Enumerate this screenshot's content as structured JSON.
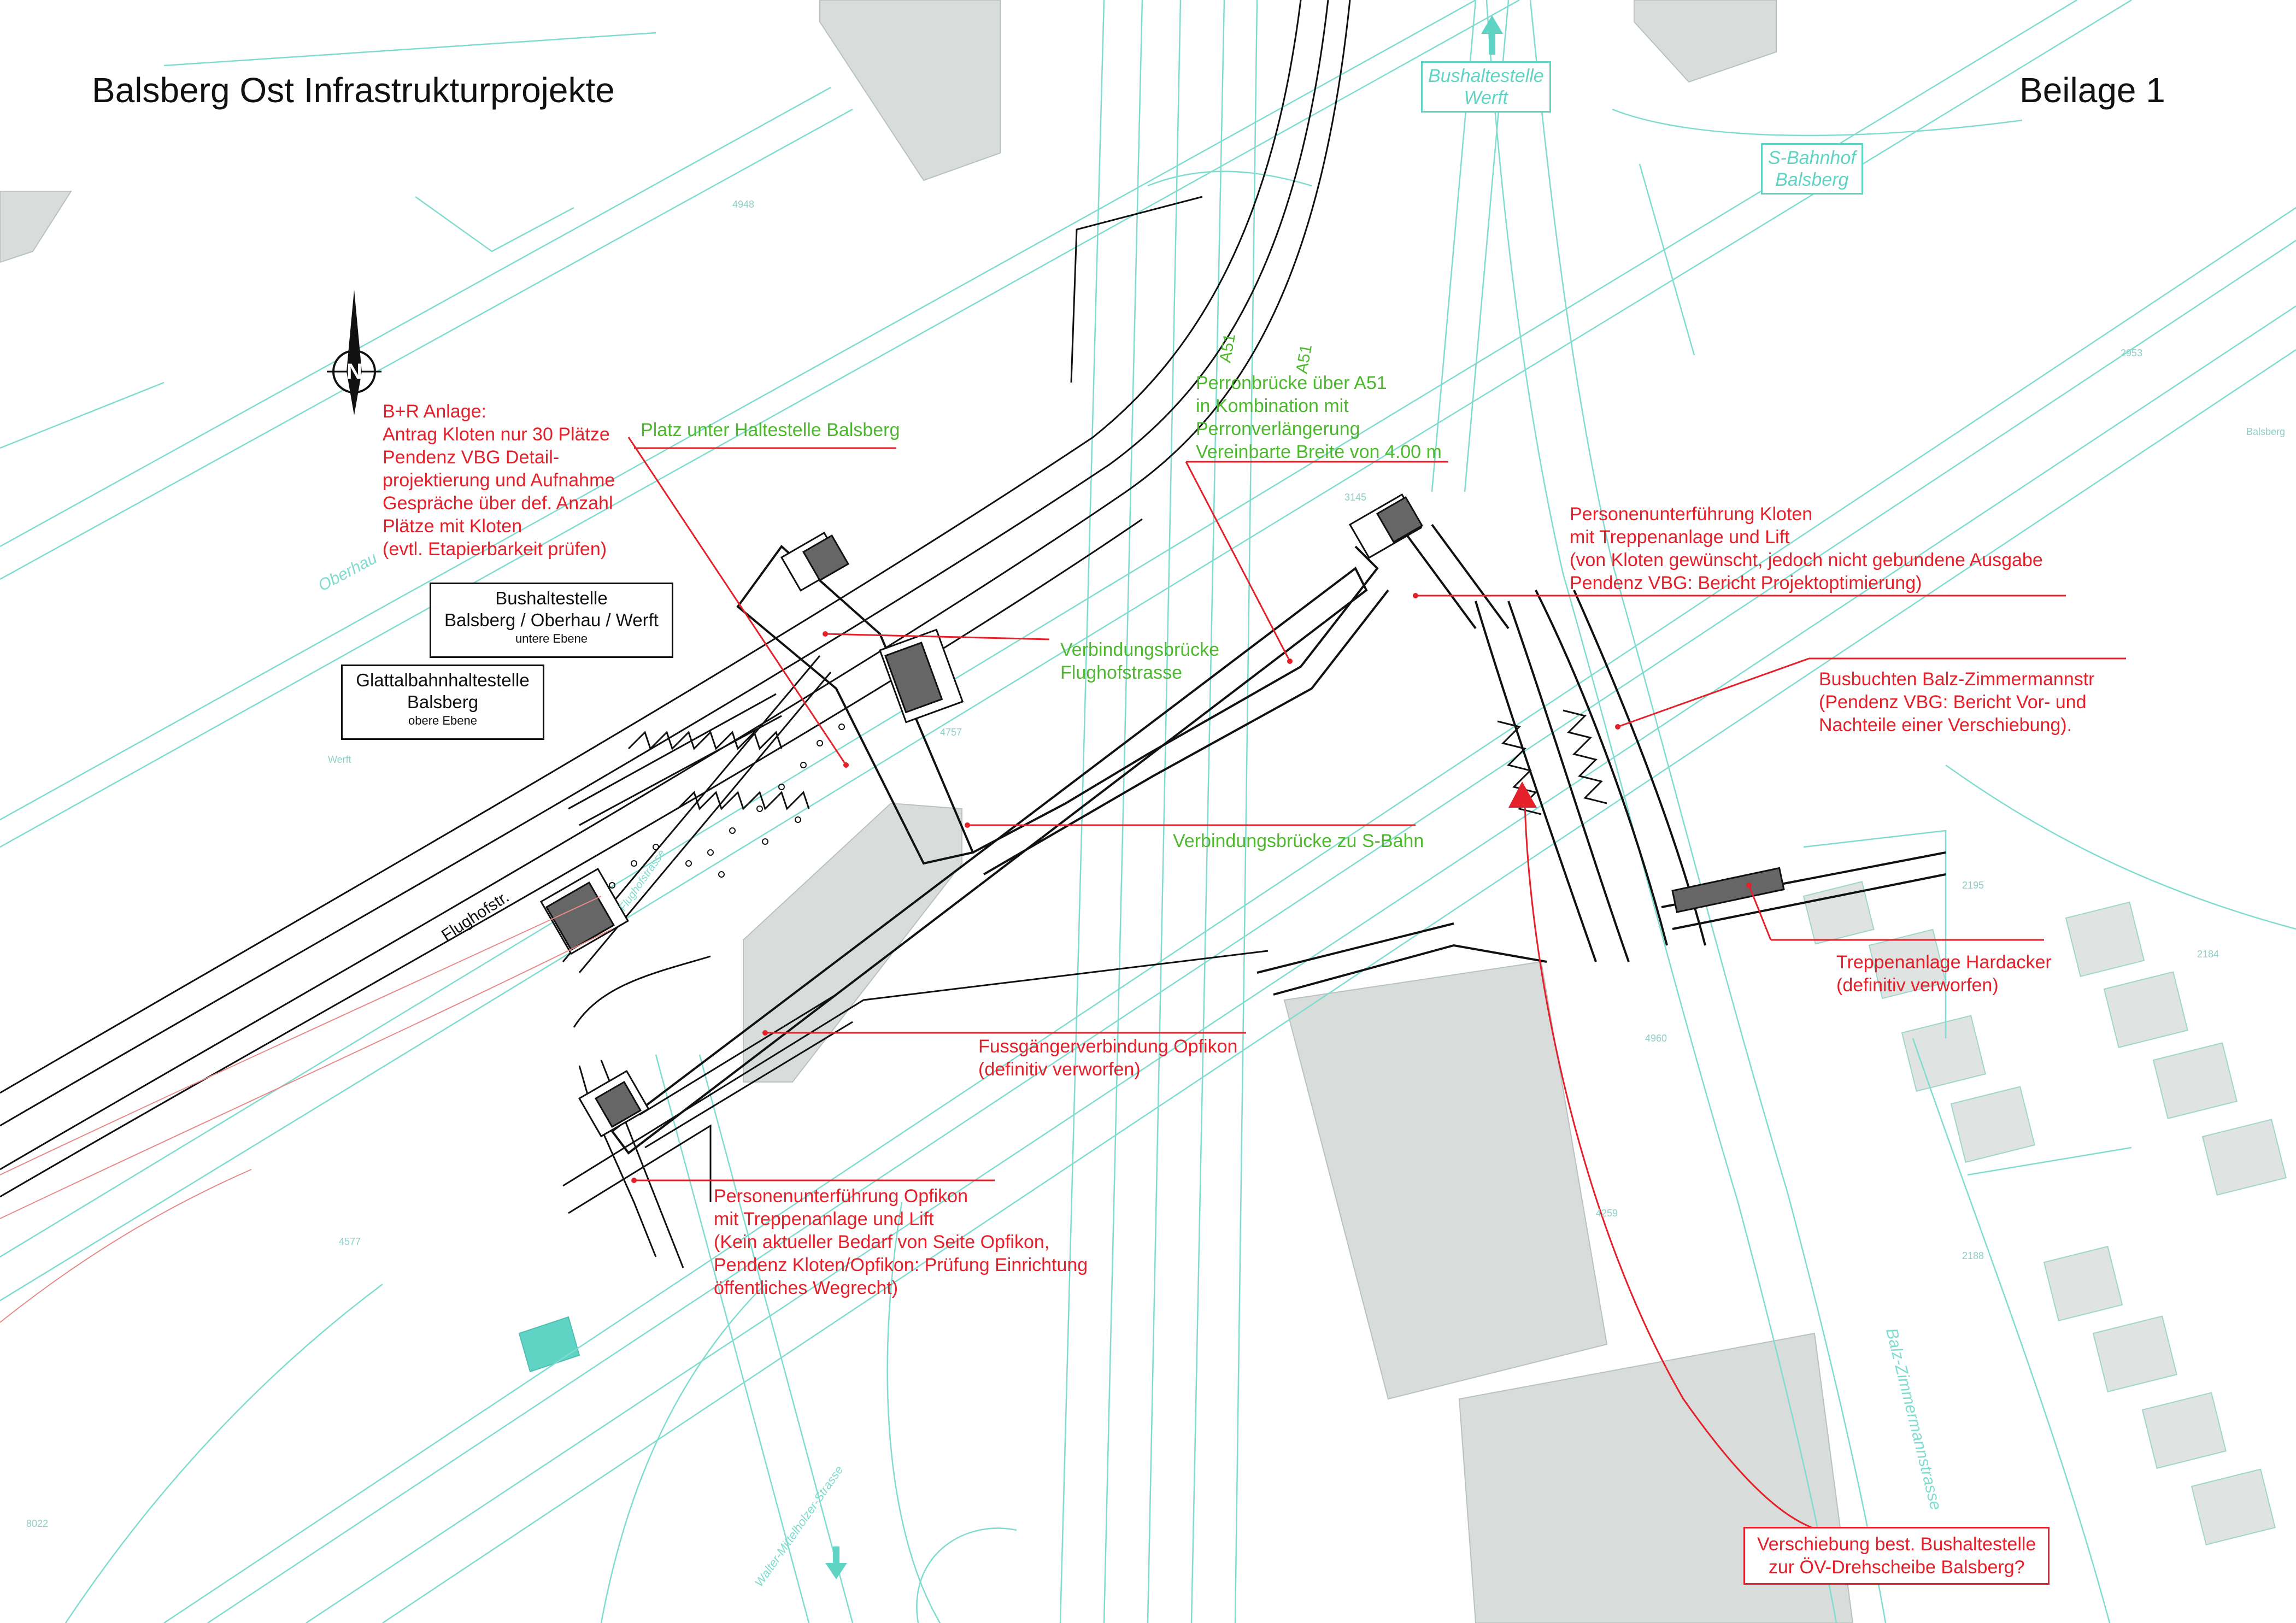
{
  "title": "Balsberg Ost Infrastrukturprojekte",
  "attachment": "Beilage 1",
  "north_label": "N",
  "annotations": {
    "br_anlage": "B+R Anlage:\nAntrag Kloten nur 30 Plätze\nPendenz VBG Detail-\nprojektierung und Aufnahme\nGespräche über  def. Anzahl\nPlätze mit Kloten\n(evtl. Etapierbarkeit prüfen)",
    "platz": "Platz unter Haltestelle Balsberg",
    "perronbruecke": "Perronbrücke über A51\nin Kombination mit\nPerronverlängerung\nVereinbarte Breite von 4.00 m",
    "pu_kloten": "Personenunterführung Kloten\nmit Treppenanlage und Lift\n(von Kloten gewünscht, jedoch nicht gebundene Ausgabe\nPendenz VBG: Bericht Projektoptimierung)",
    "vb_flughof": "Verbindungsbrücke\nFlughofstrasse",
    "busbuchten": "Busbuchten Balz-Zimmermannstr\n(Pendenz VBG: Bericht Vor- und\nNachteile einer Verschiebung).",
    "vb_sbahn": "Verbindungsbrücke zu S-Bahn",
    "treppen_hardacker": "Treppenanlage Hardacker\n(definitiv verworfen)",
    "fussgaenger": "Fussgängerverbindung Opfikon\n(definitiv verworfen)",
    "pu_opfikon": "Personenunterführung Opfikon\nmit Treppenanlage und Lift\n(Kein aktueller Bedarf von Seite Opfikon,\nPendenz Kloten/Opfikon: Prüfung Einrichtung\nöffentliches Wegrecht)",
    "verschiebung": "Verschiebung best. Bushaltestelle\nzur ÖV-Drehscheibe Balsberg?"
  },
  "boxes": {
    "bus_stop": {
      "line1": "Bushaltestelle",
      "line2": "Balsberg / Oberhau / Werft",
      "sub": "untere Ebene"
    },
    "glatt_stop": {
      "line1": "Glattalbahnhaltestelle",
      "line2": "Balsberg",
      "sub": "obere Ebene"
    }
  },
  "map_labels": {
    "bus_werft": "Bushaltestelle\nWerft",
    "sbahnhof": "S-Bahnhof\nBalsberg",
    "flughofstr": "Flughofstr.",
    "oberhau": "Oberhau",
    "a51_a": "A51",
    "a51_b": "A51",
    "balz": "Balz-Zimmermannstrasse",
    "walter": "Walter-Mittelholzer-Strasse",
    "flughofstr_small": "Flughofstrasse"
  },
  "parcel_numbers": [
    "4948",
    "2953",
    "2195",
    "2184",
    "3145",
    "4757",
    "4960",
    "4259",
    "2188",
    "4577",
    "8022",
    "Balsberg",
    "Werft"
  ],
  "colors": {
    "annotation_red": "#e4202a",
    "annotation_green": "#4db82e",
    "base_map_cyan": "#5fd3c4",
    "building_gray": "#d8dcda",
    "line_black": "#111111"
  }
}
